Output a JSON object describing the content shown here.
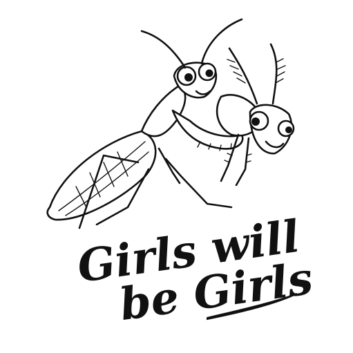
{
  "slogan": {
    "line1": "Girls will",
    "line2": "be Girls"
  },
  "colors": {
    "ink": "#111111",
    "background": "#ffffff"
  },
  "artwork": {
    "subject_icon": "praying-mantis-icon",
    "count": 2
  }
}
